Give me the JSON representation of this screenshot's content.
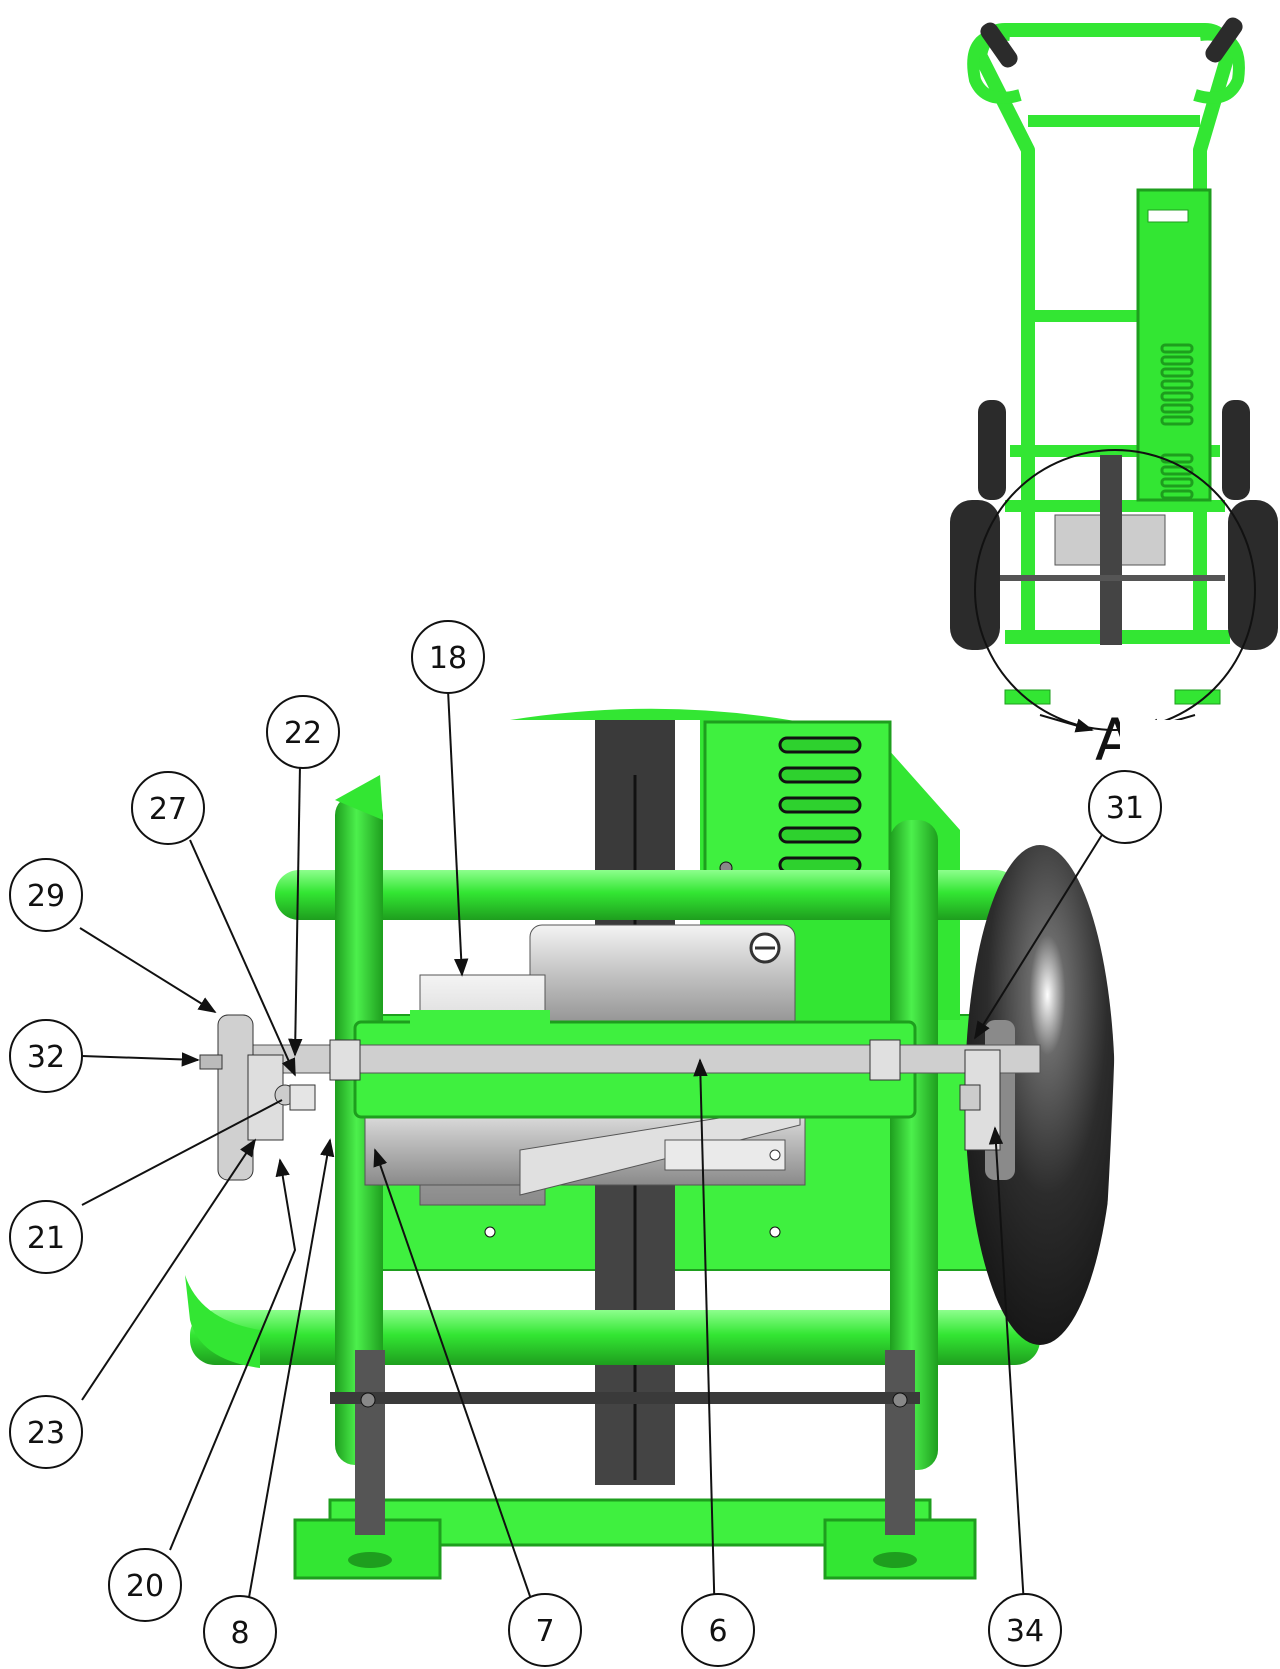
{
  "diagram": {
    "view_label": "A",
    "colors": {
      "frame_green": "#33e633",
      "frame_dark_green": "#1e9e1e",
      "motor_gray": "#c9c9c9",
      "tire_black": "#2b2b2b",
      "line": "#111111"
    },
    "callouts": [
      {
        "id": "c18",
        "label": "18"
      },
      {
        "id": "c22",
        "label": "22"
      },
      {
        "id": "c27",
        "label": "27"
      },
      {
        "id": "c29",
        "label": "29"
      },
      {
        "id": "c32",
        "label": "32"
      },
      {
        "id": "c21",
        "label": "21"
      },
      {
        "id": "c23",
        "label": "23"
      },
      {
        "id": "c20",
        "label": "20"
      },
      {
        "id": "c8",
        "label": "8"
      },
      {
        "id": "c7",
        "label": "7"
      },
      {
        "id": "c6",
        "label": "6"
      },
      {
        "id": "c31",
        "label": "31"
      },
      {
        "id": "c34",
        "label": "34"
      }
    ]
  }
}
